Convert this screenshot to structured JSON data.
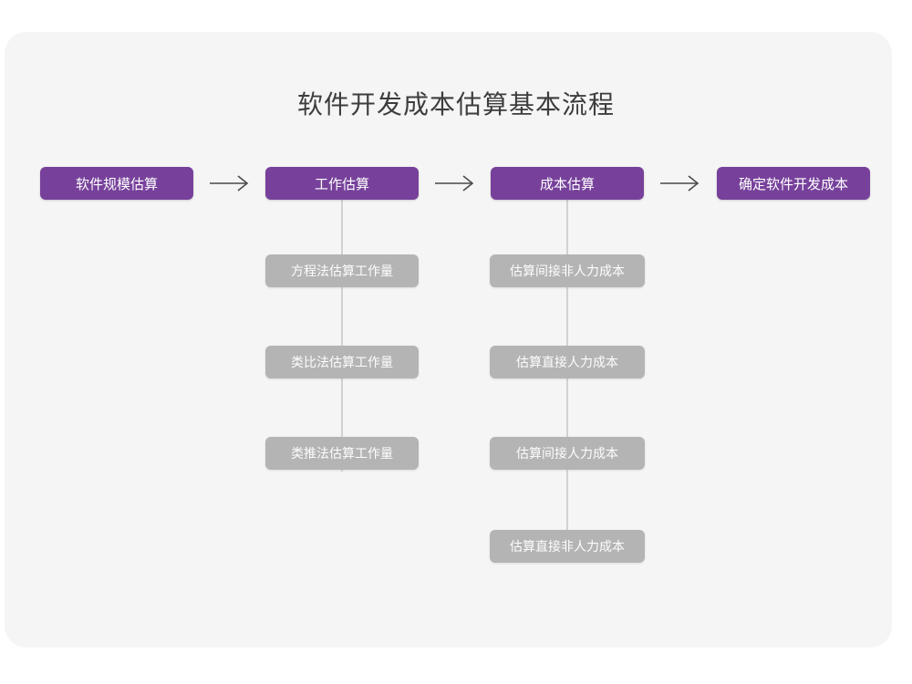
{
  "diagram": {
    "type": "flowchart",
    "title": "软件开发成本估算基本流程",
    "colors": {
      "background": "#ffffff",
      "canvas": "#f5f5f5",
      "primary_node": "#77419b",
      "secondary_node": "#b4b4b4",
      "node_text": "#ffffff",
      "title_text": "#3d3d3d",
      "connector": "#d2d2d2",
      "arrow": "#4a4a4a"
    },
    "main_flow": [
      {
        "id": "step-1",
        "label": "软件规模估算"
      },
      {
        "id": "step-2",
        "label": "工作估算"
      },
      {
        "id": "step-3",
        "label": "成本估算"
      },
      {
        "id": "step-4",
        "label": "确定软件开发成本"
      }
    ],
    "arrows": [
      {
        "id": "arrow-1",
        "from": "step-1",
        "to": "step-2",
        "glyph": "right-arrow"
      },
      {
        "id": "arrow-2",
        "from": "step-2",
        "to": "step-3",
        "glyph": "right-arrow"
      },
      {
        "id": "arrow-3",
        "from": "step-3",
        "to": "step-4",
        "glyph": "right-arrow"
      }
    ],
    "sub_flows": [
      {
        "parent": "step-2",
        "parent_label": "工作估算",
        "items": [
          "方程法估算工作量",
          "类比法估算工作量",
          "类推法估算工作量"
        ]
      },
      {
        "parent": "step-3",
        "parent_label": "成本估算",
        "items": [
          "估算间接非人力成本",
          "估算直接人力成本",
          "估算间接人力成本",
          "估算直接非人力成本"
        ]
      }
    ]
  }
}
